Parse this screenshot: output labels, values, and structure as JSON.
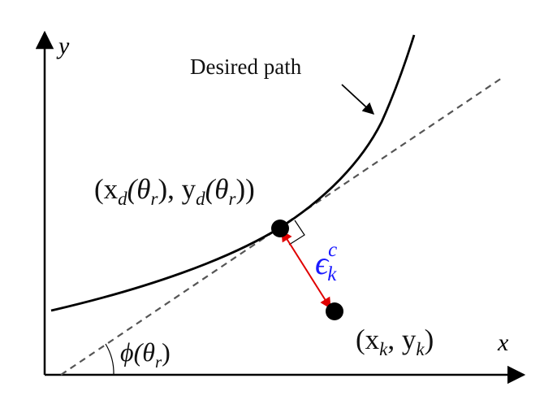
{
  "labels": {
    "y_axis": "y",
    "x_axis": "x",
    "desired_path": "Desired path",
    "ref_point": "(x",
    "ref_point_sub_d1": "d",
    "ref_point_theta1": "(θ",
    "ref_point_sub_r1": "r",
    "ref_point_mid": "), y",
    "ref_point_sub_d2": "d",
    "ref_point_theta2": "(θ",
    "ref_point_sub_r2": "r",
    "ref_point_end": "))",
    "vehicle_open": "(x",
    "vehicle_sub_k1": "k",
    "vehicle_mid": ", y",
    "vehicle_sub_k2": "k",
    "vehicle_close": ")",
    "error_base": "ϵ",
    "error_sup": "c",
    "error_sub": "k",
    "angle_base": "ϕ(θ",
    "angle_sub": "r",
    "angle_close": ")"
  },
  "colors": {
    "curve": "#000000",
    "tangent": "#555555",
    "error_arrow": "#e00000",
    "error_label": "#1a1aff",
    "points": "#000000"
  }
}
